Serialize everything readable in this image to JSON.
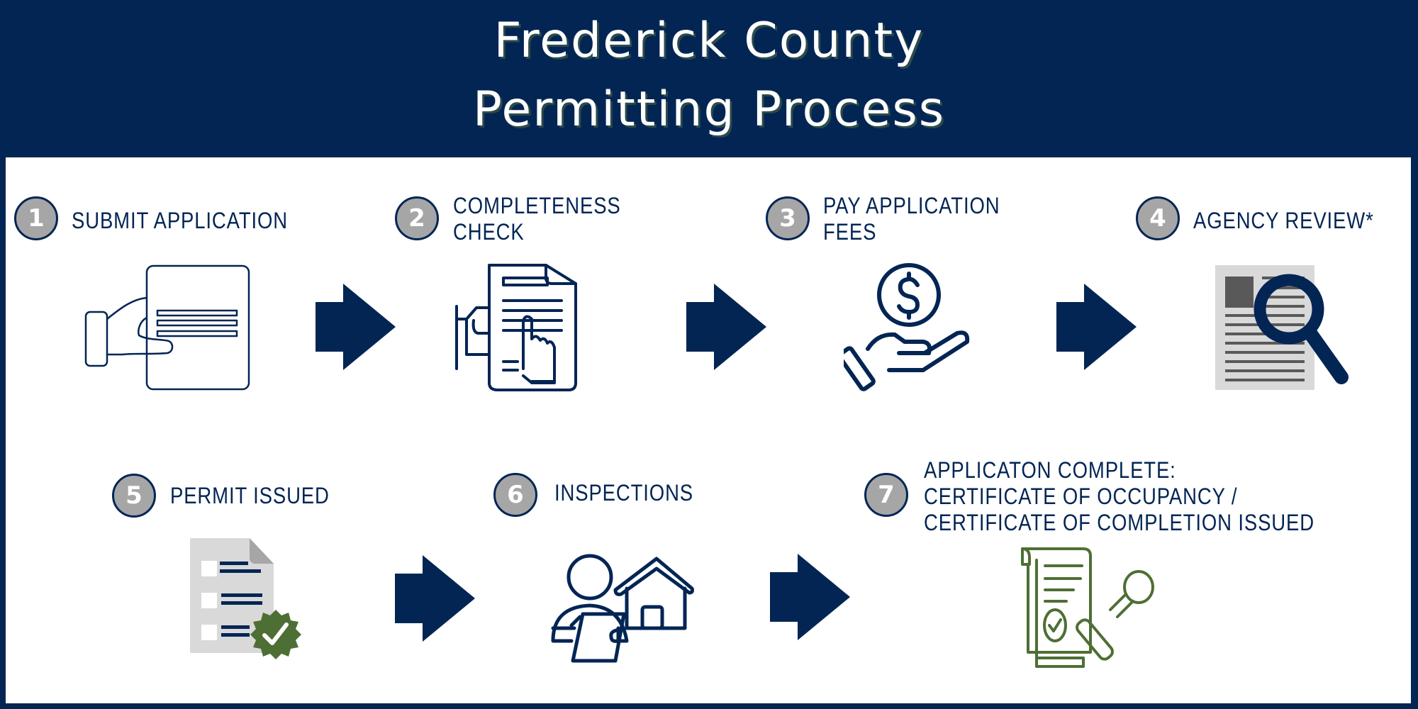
{
  "header": {
    "title_line1": "Frederick County",
    "title_line2": "Permitting Process"
  },
  "colors": {
    "navy": "#022554",
    "badge_gray": "#a6a6a6",
    "green": "#4e6f34",
    "light_gray": "#d9d9d9",
    "dark_gray": "#595959"
  },
  "steps": [
    {
      "number": "1",
      "lines": [
        "SUBMIT APPLICATION"
      ],
      "icon": "hand-holding-document-icon"
    },
    {
      "number": "2",
      "lines": [
        "COMPLETENESS",
        "CHECK"
      ],
      "icon": "document-checklist-pointing-hand-icon"
    },
    {
      "number": "3",
      "lines": [
        "PAY APPLICATION",
        "FEES"
      ],
      "icon": "hand-holding-dollar-coin-icon"
    },
    {
      "number": "4",
      "lines": [
        "AGENCY REVIEW*"
      ],
      "icon": "document-magnifying-glass-icon"
    },
    {
      "number": "5",
      "lines": [
        "PERMIT ISSUED"
      ],
      "icon": "checklist-approved-badge-icon"
    },
    {
      "number": "6",
      "lines": [
        "INSPECTIONS"
      ],
      "icon": "inspector-house-icon"
    },
    {
      "number": "7",
      "lines": [
        "APPLICATON COMPLETE:",
        "CERTIFICATE OF OCCUPANCY /",
        "CERTIFICATE OF COMPLETION ISSUED"
      ],
      "icon": "certificate-stamp-icon"
    }
  ],
  "arrows": [
    "right-arrow",
    "right-arrow",
    "right-arrow",
    "right-arrow",
    "right-arrow"
  ]
}
